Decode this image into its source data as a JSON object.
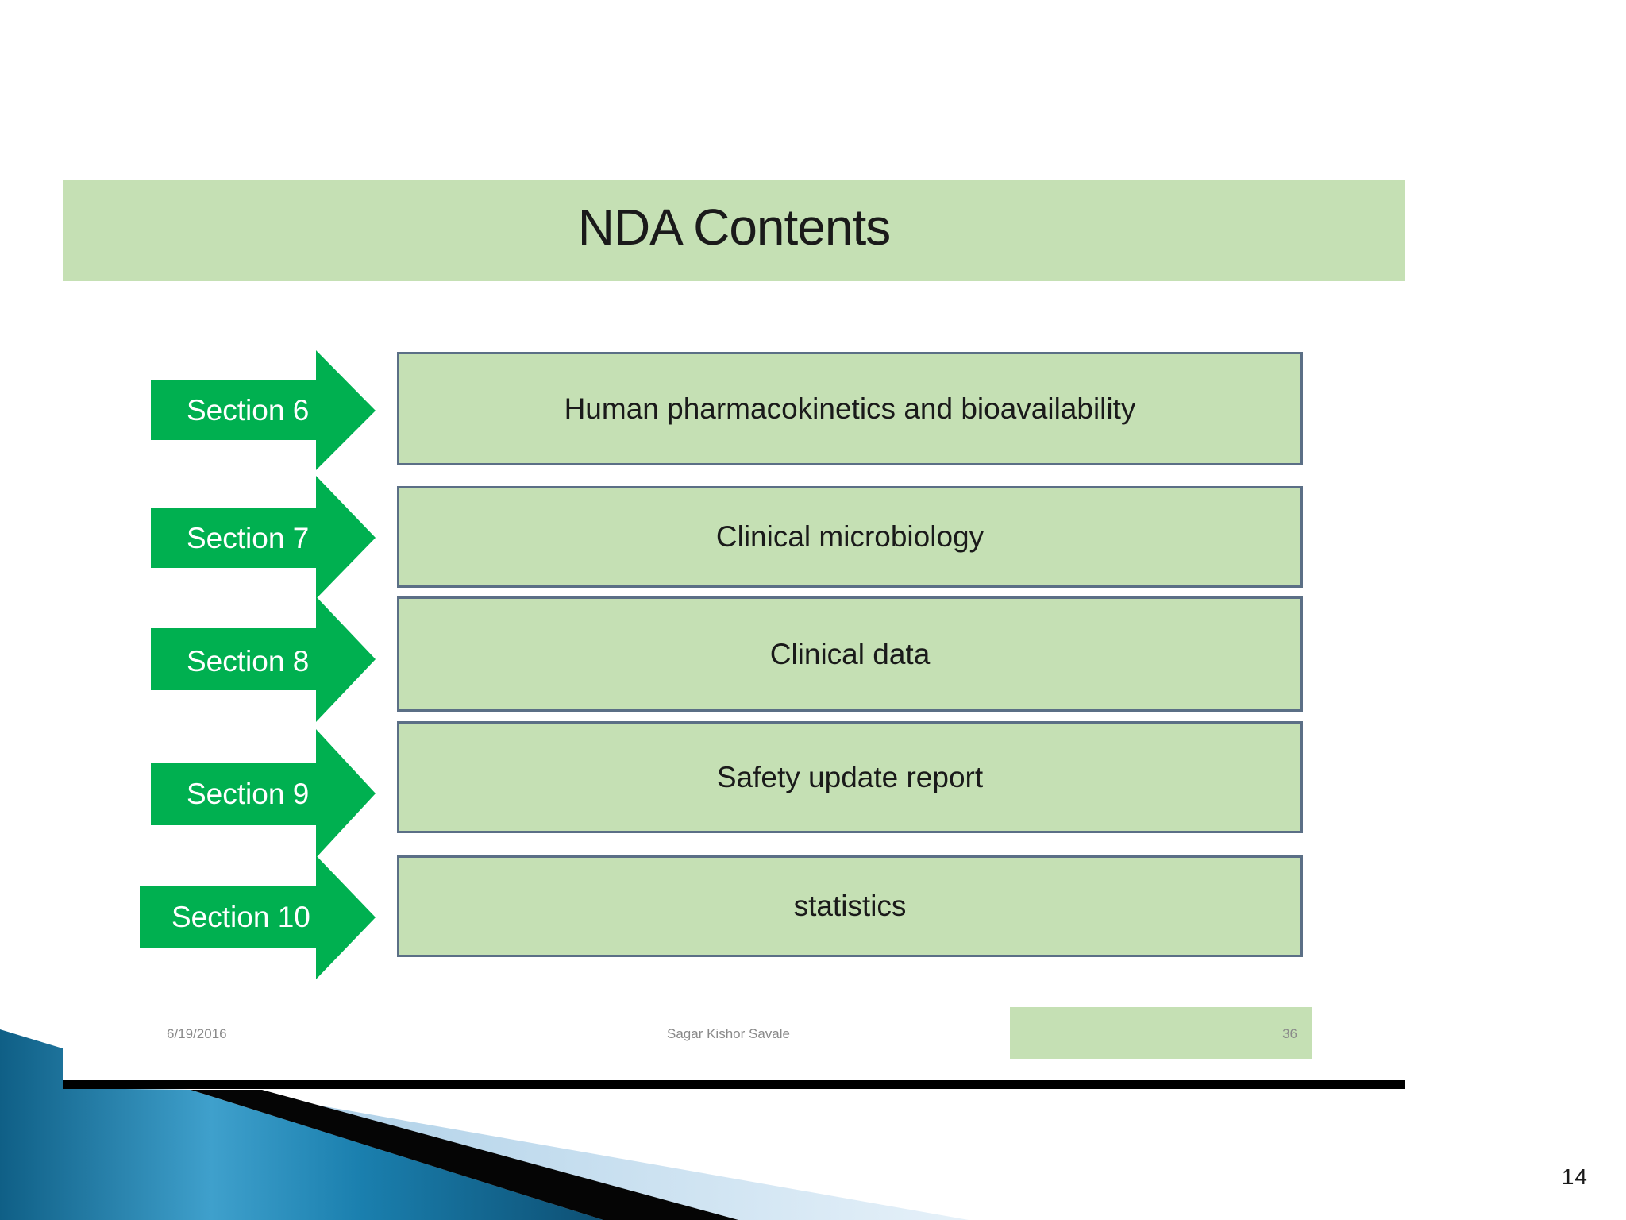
{
  "slide": {
    "title": "NDA Contents",
    "page_number": "14"
  },
  "sections": [
    {
      "label": "Section 6",
      "content": "Human pharmacokinetics and bioavailability"
    },
    {
      "label": "Section 7",
      "content": "Clinical microbiology"
    },
    {
      "label": "Section 8",
      "content": "Clinical data"
    },
    {
      "label": "Section 9",
      "content": "Safety update report"
    },
    {
      "label": "Section 10",
      "content": "statistics"
    }
  ],
  "footer": {
    "date": "6/19/2016",
    "author": "Sagar Kishor Savale",
    "slide_number": "36"
  },
  "colors": {
    "band_green": "#c5e0b4",
    "arrow_green": "#00b050",
    "box_border": "#5b6f86"
  }
}
